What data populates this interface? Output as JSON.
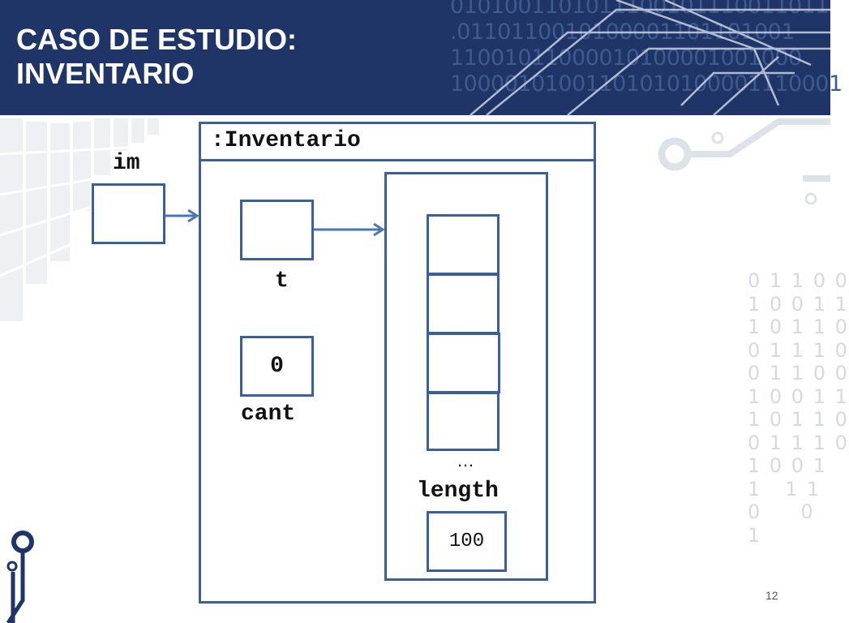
{
  "header": {
    "title_line1": "CASO DE ESTUDIO:",
    "title_line2": "INVENTARIO",
    "binary_lines": [
      "0101001101011100101110011011",
      ".0110110010100001101101001",
      " 11001011000010100001001000",
      "10000101001101010100001110001"
    ]
  },
  "diagram": {
    "object_label": ":Inventario",
    "ref_var": "im",
    "field_t": "t",
    "field_cant": "cant",
    "cant_value": "0",
    "ellipsis": "…",
    "length_label": "length",
    "length_value": "100"
  },
  "decor": {
    "side_digits": "0 1 1 0 0\n1 0 0 1 1\n1 0 1 1 0\n0 1 1 1 0\n0 1 1 0 0\n1 0 0 1 1\n1 0 1 1 0\n0 1 1 1 0\n1 0 0 1\n1   1 1\n0     0\n1"
  },
  "slide": {
    "page_number": "12"
  },
  "colors": {
    "header": "#1f3567",
    "box_border": "#3c5f95",
    "arrow": "#4a76b8"
  }
}
